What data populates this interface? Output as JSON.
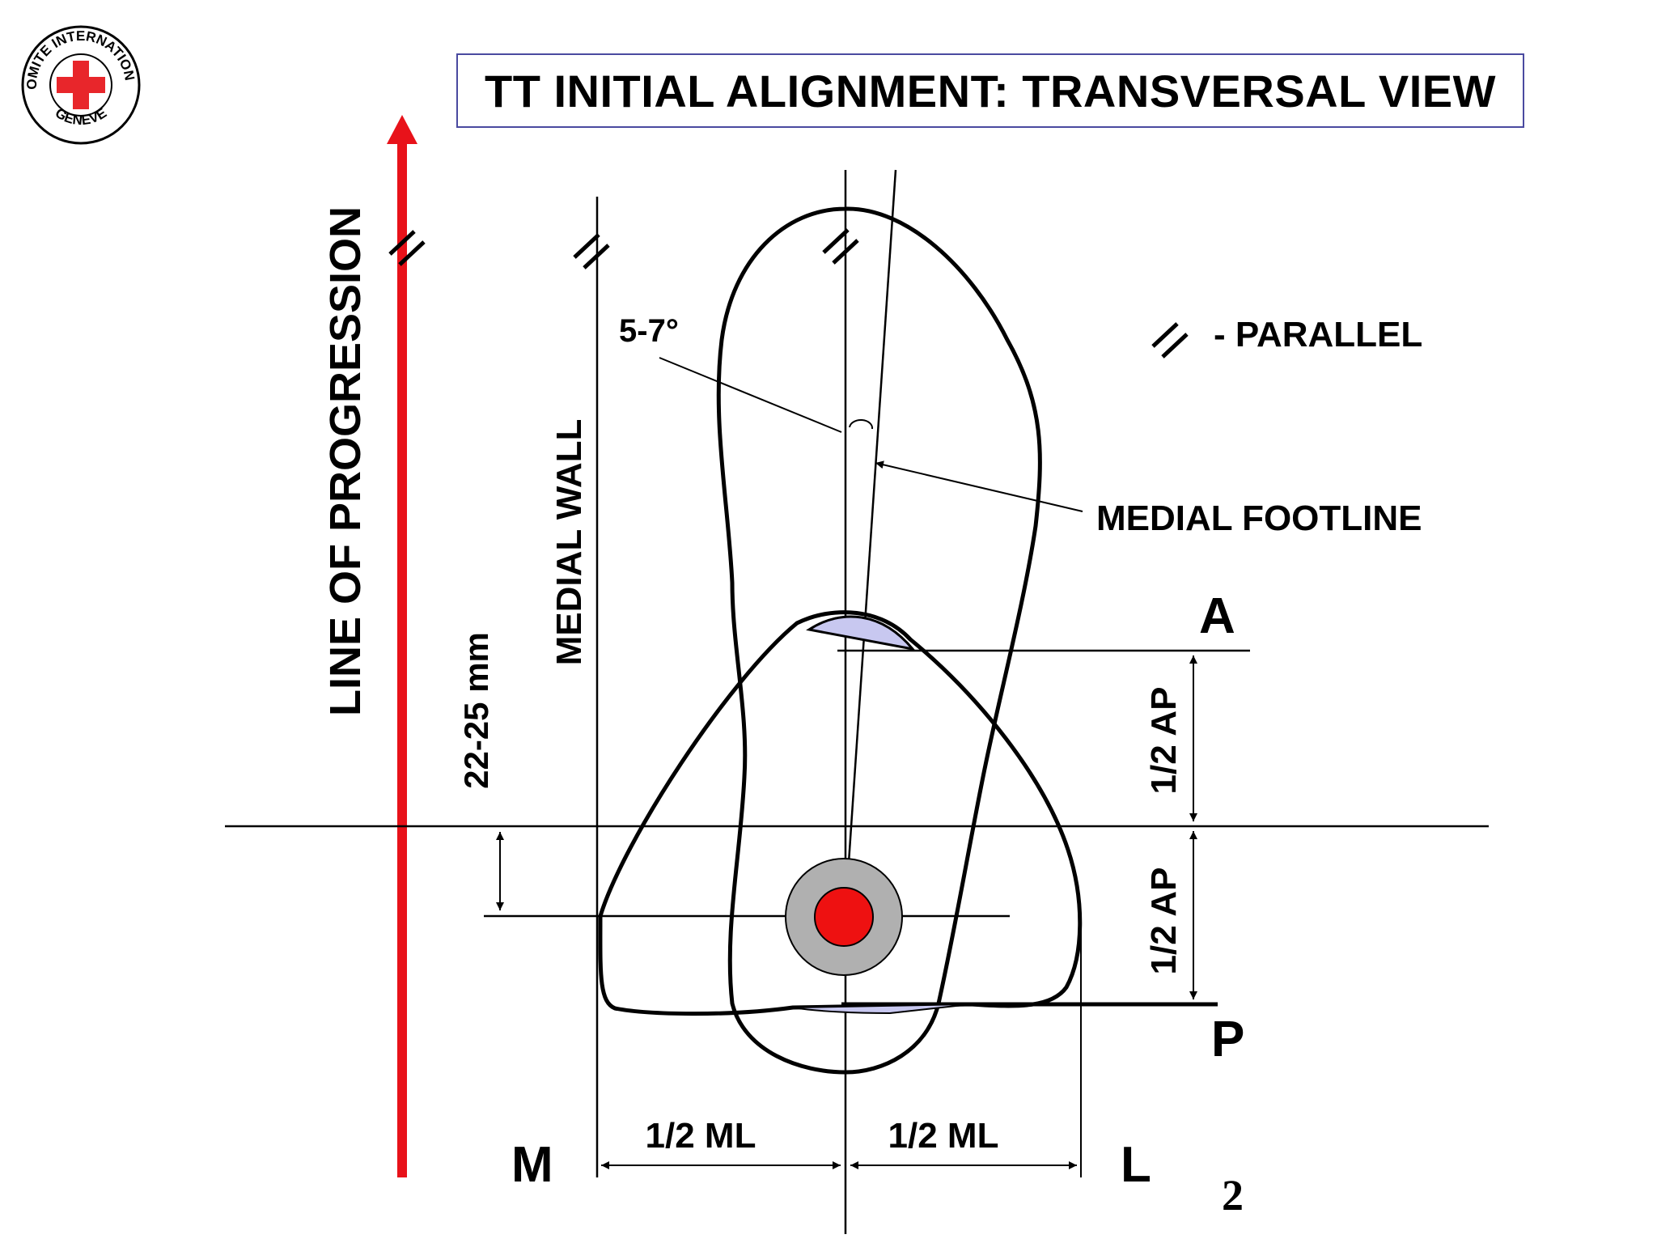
{
  "title": "TT INITIAL ALIGNMENT: TRANSVERSAL VIEW",
  "logo": {
    "text_top": "COMITE INTERNATIONAL",
    "text_bottom": "GENEVE",
    "color": "#e8262b"
  },
  "labels": {
    "line_of_progression": "LINE OF PROGRESSION",
    "medial_wall": "MEDIAL WALL",
    "offset": "22-25 mm",
    "angle": "5-7°",
    "parallel_legend": "- PARALLEL",
    "medial_footline": "MEDIAL FOOTLINE",
    "anterior": "A",
    "posterior": "P",
    "half_ap_upper": "1/2 AP",
    "half_ap_lower": "1/2 AP",
    "half_ml_left": "1/2 ML",
    "half_ml_right": "1/2 ML",
    "medial": "M",
    "lateral": "L",
    "page_number": "2"
  },
  "colors": {
    "progression_arrow": "#e8121a",
    "target_outer": "#b0b0b0",
    "target_inner": "#ee1111",
    "shaded_region": "#c8c8f0",
    "title_border": "#4a4aa0"
  },
  "icons": {
    "parallel": "double-slash-icon",
    "logo": "red-cross-icon"
  }
}
